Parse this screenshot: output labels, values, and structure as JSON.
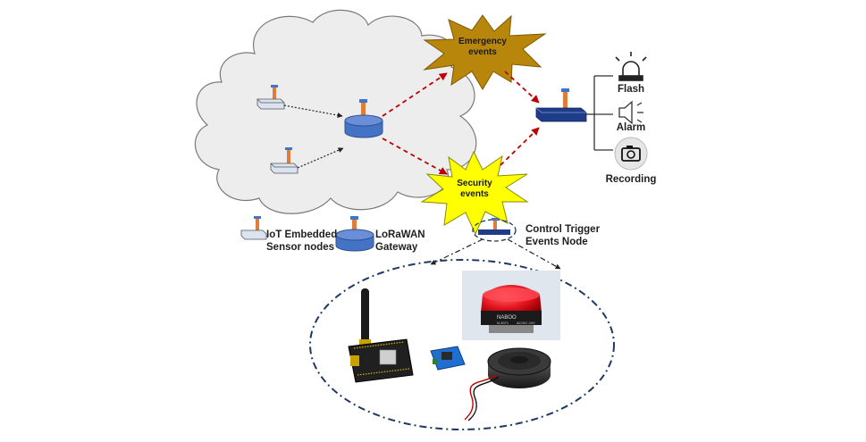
{
  "events": {
    "emergency": [
      "Emergency",
      "events"
    ],
    "security": [
      "Security",
      "events"
    ]
  },
  "actuators": {
    "flash": "Flash",
    "alarm": "Alarm",
    "recording": "Recording"
  },
  "legend": {
    "sensor_nodes": [
      "IoT Embedded",
      "Sensor nodes"
    ],
    "gateway": [
      "LoRaWAN",
      "Gateway"
    ]
  },
  "control_node": [
    "Control Trigger",
    "Events Node"
  ],
  "device_photos": {
    "beacon_label_text": [
      "NABOO",
      "N-3071",
      "AC/DC 24V"
    ]
  },
  "colors": {
    "cloud_fill": "#ededed",
    "cloud_stroke": "#7a7a7a",
    "gateway_blue": "#4472c4",
    "node_navy": "#1f3c88",
    "emergency_burst": "#b8860b",
    "security_burst": "#ffff00",
    "arrow_red": "#c00000",
    "dashed_ellipse": "#1f3864",
    "beacon_red": "#e0101a"
  }
}
